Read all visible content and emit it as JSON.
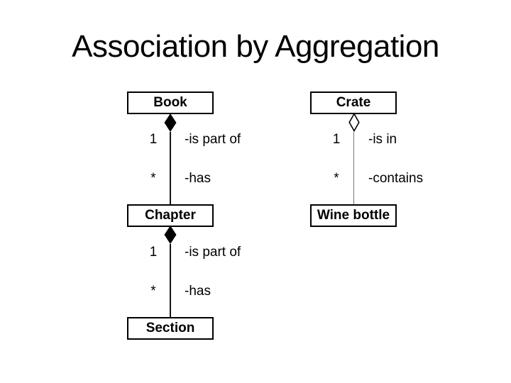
{
  "slide": {
    "title": "Association by Aggregation"
  },
  "colors": {
    "background": "#ffffff",
    "text": "#000000",
    "box_border": "#000000",
    "box_fill": "#ffffff",
    "composition_diamond_fill": "#000000",
    "aggregation_diamond_fill": "#ffffff",
    "line_dark": "#141414",
    "line_gray": "#787878"
  },
  "left_diagram": {
    "diamond_type": "composition-filled",
    "box_labels": [
      "Book",
      "Chapter",
      "Section"
    ],
    "rows": [
      {
        "mult": "1",
        "role": "-is part of"
      },
      {
        "mult": "*",
        "role": "-has"
      },
      {
        "mult": "1",
        "role": "-is part of"
      },
      {
        "mult": "*",
        "role": "-has"
      }
    ]
  },
  "right_diagram": {
    "diamond_type": "aggregation-hollow",
    "box_labels": [
      "Crate",
      "Wine bottle"
    ],
    "rows": [
      {
        "mult": "1",
        "role": "-is in"
      },
      {
        "mult": "*",
        "role": "-contains"
      }
    ]
  }
}
